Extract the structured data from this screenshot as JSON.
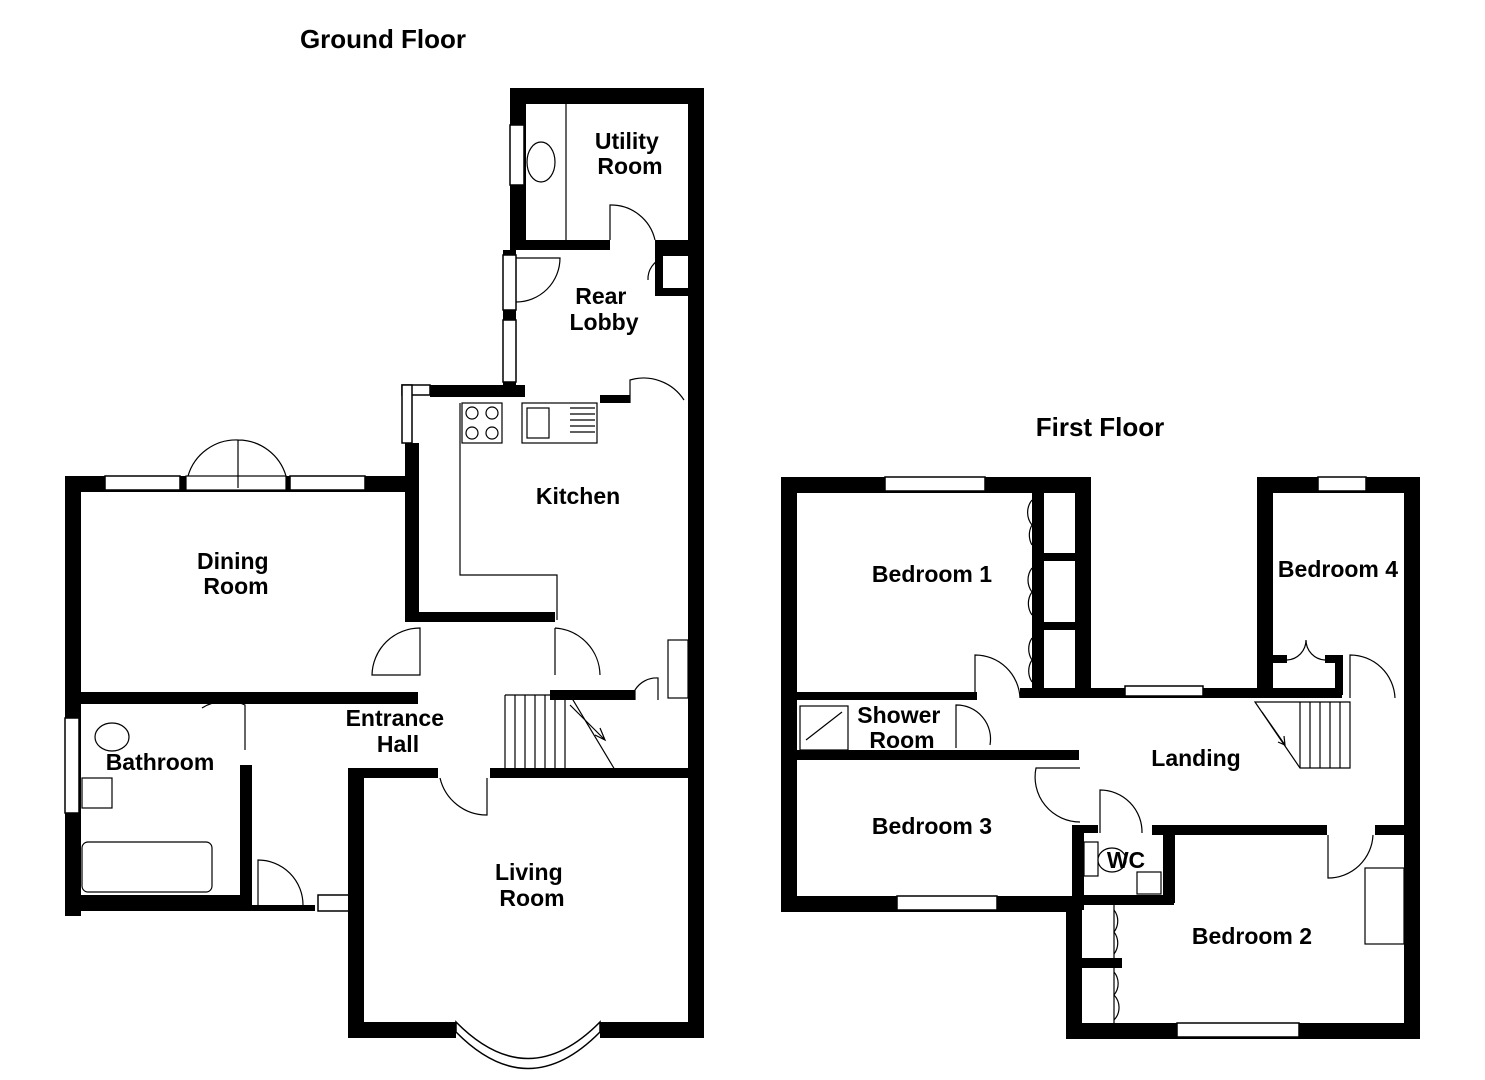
{
  "floors": {
    "ground": {
      "title": "Ground Floor",
      "rooms": {
        "utility_room": [
          "Utility",
          "Room"
        ],
        "rear_lobby": [
          "Rear",
          "Lobby"
        ],
        "kitchen": [
          "Kitchen"
        ],
        "dining_room": [
          "Dining",
          "Room"
        ],
        "entrance_hall": [
          "Entrance",
          "Hall"
        ],
        "bathroom": [
          "Bathroom"
        ],
        "living_room": [
          "Living",
          "Room"
        ]
      }
    },
    "first": {
      "title": "First Floor",
      "rooms": {
        "bedroom_1": [
          "Bedroom 1"
        ],
        "bedroom_4": [
          "Bedroom 4"
        ],
        "shower_room": [
          "Shower",
          "Room"
        ],
        "landing": [
          "Landing"
        ],
        "bedroom_3": [
          "Bedroom 3"
        ],
        "wc": [
          "WC"
        ],
        "bedroom_2": [
          "Bedroom 2"
        ]
      }
    }
  }
}
